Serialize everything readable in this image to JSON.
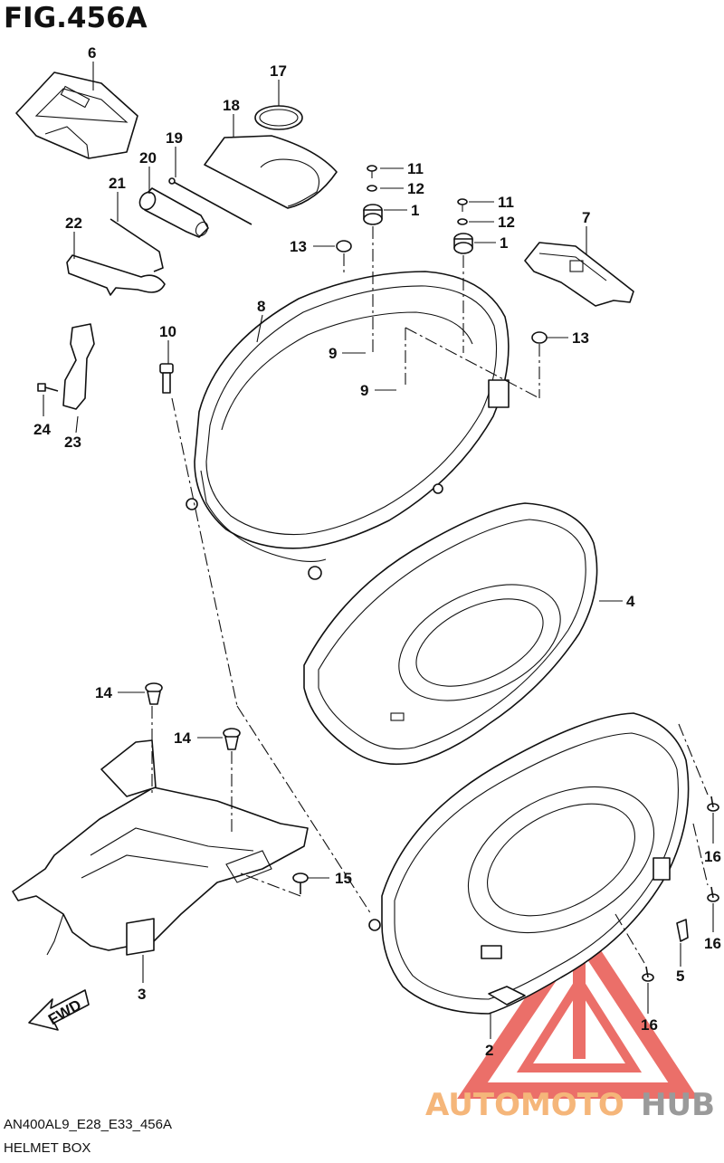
{
  "figure": {
    "title": "FIG.456A",
    "code": "AN400AL9_E28_E33_456A",
    "description": "HELMET BOX"
  },
  "callouts": [
    "6",
    "17",
    "18",
    "19",
    "20",
    "21",
    "22",
    "11",
    "12",
    "1",
    "11",
    "12",
    "1",
    "13",
    "7",
    "8",
    "10",
    "9",
    "9",
    "13",
    "24",
    "23",
    "4",
    "14",
    "14",
    "15",
    "16",
    "16",
    "5",
    "16",
    "3",
    "2"
  ],
  "fwd_label": "FWD",
  "watermark": {
    "part1": "AUTOMOTO",
    "part2": "HUB",
    "color_part1": "#f5b67a",
    "color_part2": "#9a9a9a",
    "logo_color": "#e8574f"
  }
}
